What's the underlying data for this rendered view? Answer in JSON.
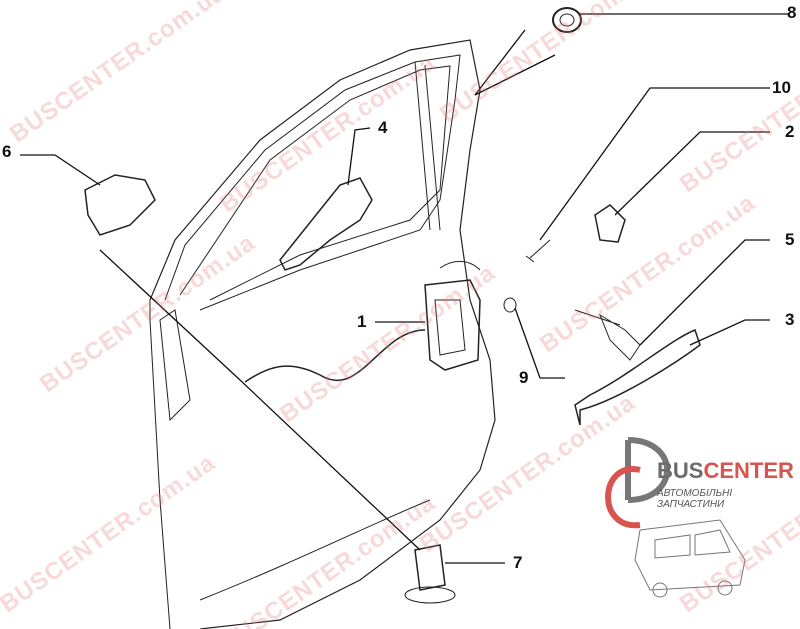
{
  "callouts": {
    "c1": "1",
    "c2": "2",
    "c3": "3",
    "c4": "4",
    "c5": "5",
    "c6": "6",
    "c7": "7",
    "c8": "8",
    "c9": "9",
    "c10": "10"
  },
  "watermark": "BUSCENTER.com.ua",
  "logo": {
    "brand_a": "BUS",
    "brand_b": "CENTER",
    "subtitle": "АВТОМОБІЛЬНІ ЗАПЧАСТИНИ"
  },
  "colors": {
    "line": "#111111",
    "watermark": "#e67878",
    "brand_red": "#d9534f",
    "brand_gray": "#6b6b6b"
  }
}
